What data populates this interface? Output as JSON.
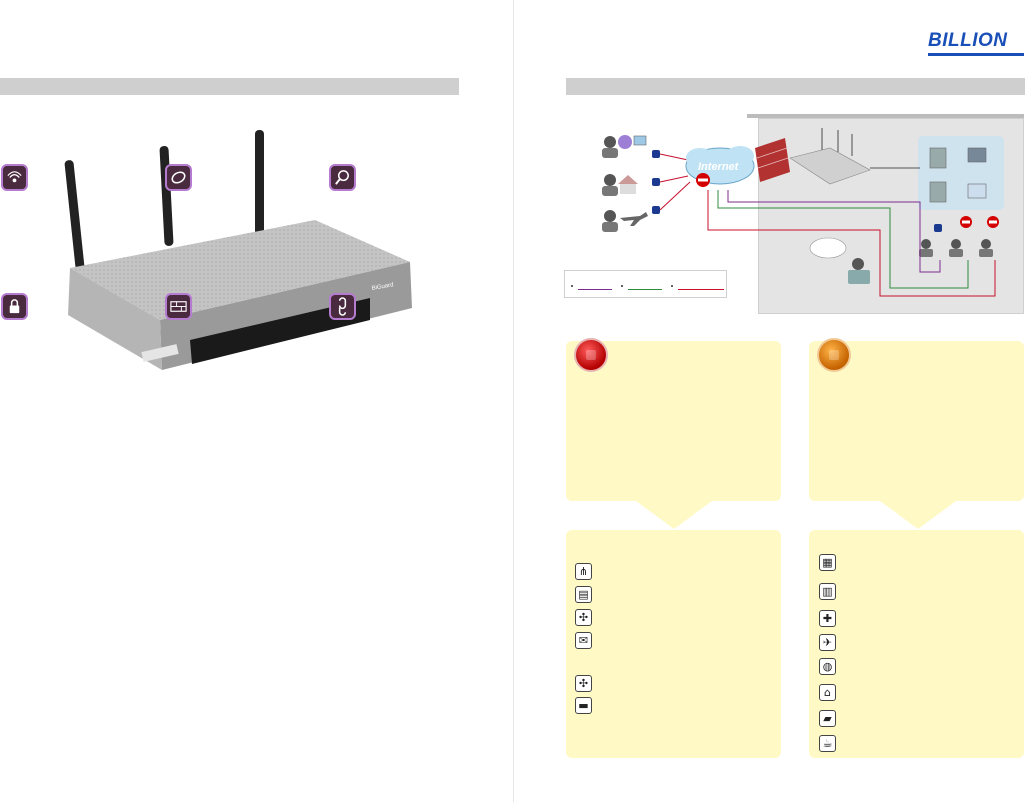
{
  "brand": {
    "logo_text": "BILLION",
    "color": "#1a4fb8"
  },
  "product": {
    "panel_label": "BiGuard"
  },
  "diagram": {
    "cloud_label": "Internet",
    "legend": [
      {
        "color": "#7b2d8e"
      },
      {
        "color": "#2e8b3d"
      },
      {
        "color": "#c8102e"
      }
    ]
  },
  "feature_icons_left": [
    "wireless-user-icon",
    "vpn-ring-icon",
    "search-icon",
    "lock-icon",
    "firewall-icon",
    "link-icon"
  ],
  "list_icons_left": [
    "network-share-icon",
    "document-icon",
    "puzzle-icon",
    "mail-icon",
    "puzzle-icon",
    "folder-icon"
  ],
  "list_icons_right": [
    "office-building-icon",
    "apartment-icon",
    "hospital-cross-icon",
    "airplane-icon",
    "globe-icon",
    "home-icon",
    "files-icon",
    "coffee-cup-icon"
  ],
  "colors": {
    "section_band": "#cfcfcf",
    "card_bg": "#fff9c6",
    "accent_purple": "#b57bd1"
  }
}
